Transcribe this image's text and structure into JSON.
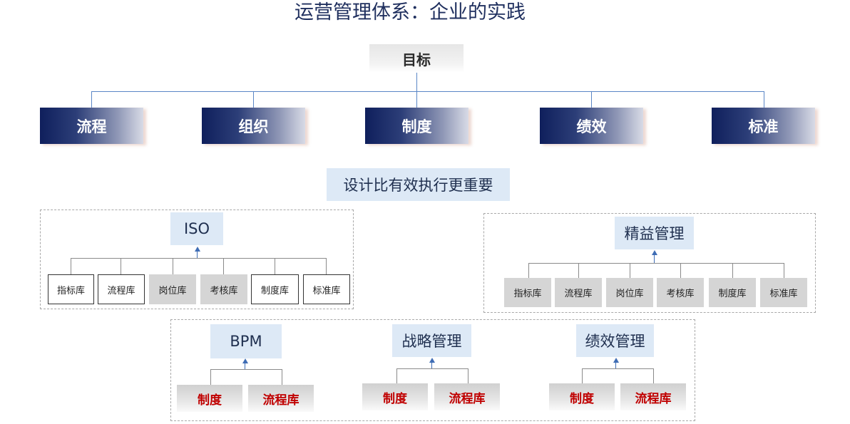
{
  "title": "运营管理体系：企业的实践",
  "goal": "目标",
  "pillars": [
    "流程",
    "组织",
    "制度",
    "绩效",
    "标准"
  ],
  "principle": "设计比有效执行更重要",
  "iso": {
    "label": "ISO",
    "libraries": [
      "指标库",
      "流程库",
      "岗位库",
      "考核库",
      "制度库",
      "标准库"
    ]
  },
  "lean": {
    "label": "精益管理",
    "libraries": [
      "指标库",
      "流程库",
      "岗位库",
      "考核库",
      "制度库",
      "标准库"
    ]
  },
  "modules": [
    {
      "label": "BPM",
      "items": [
        "制度",
        "流程库"
      ]
    },
    {
      "label": "战略管理",
      "items": [
        "制度",
        "流程库"
      ]
    },
    {
      "label": "绩效管理",
      "items": [
        "制度",
        "流程库"
      ]
    }
  ],
  "colors": {
    "pillar_dark": "#0f1f5c",
    "label_bg": "#dde9f6",
    "connector": "#5a86c6",
    "highlight_text": "#c00000"
  }
}
